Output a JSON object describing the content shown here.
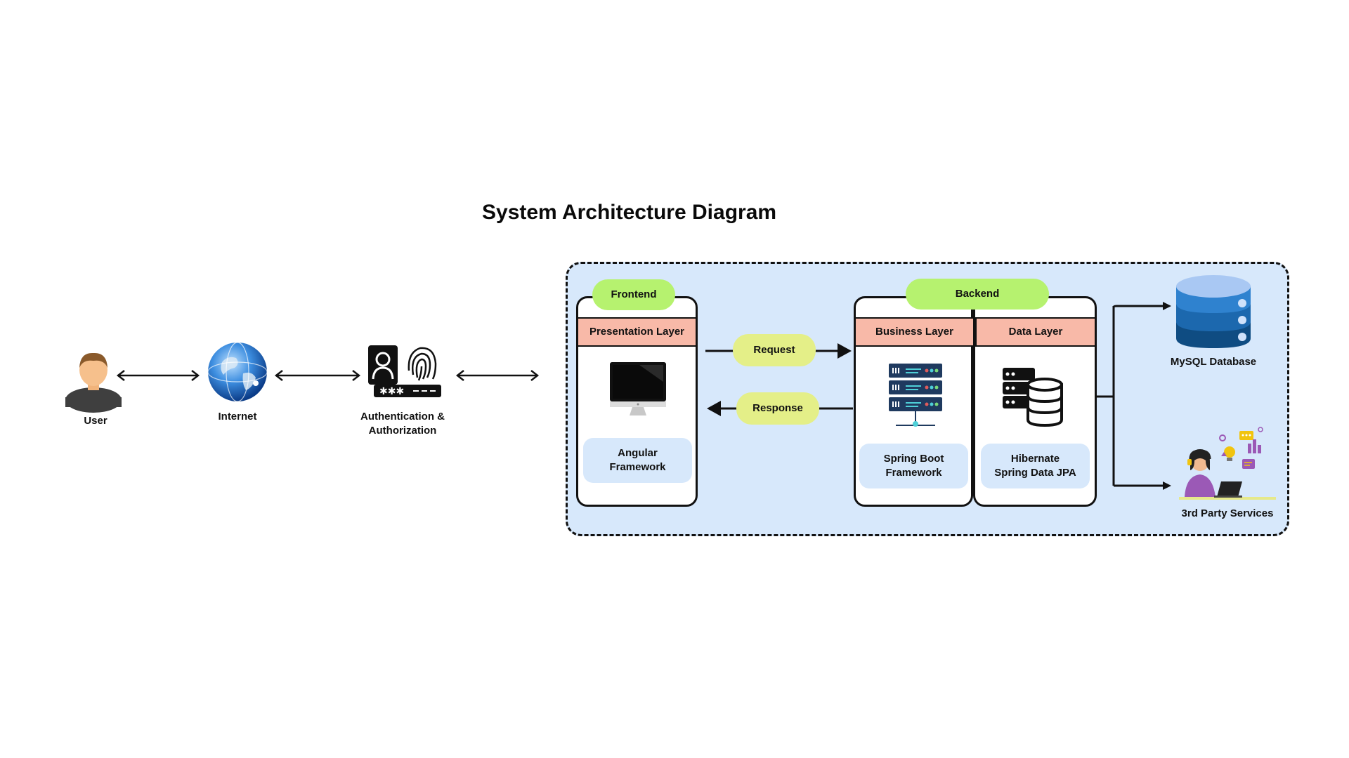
{
  "title": "System Architecture Diagram",
  "actors": {
    "user": "User",
    "internet": "Internet",
    "auth_line1": "Authentication &",
    "auth_line2": "Authorization"
  },
  "frontend": {
    "badge": "Frontend",
    "layer": "Presentation Layer",
    "tech_line1": "Angular",
    "tech_line2": "Framework"
  },
  "flows": {
    "request": "Request",
    "response": "Response"
  },
  "backend": {
    "badge": "Backend",
    "business_layer": "Business Layer",
    "data_layer": "Data Layer",
    "business_tech_line1": "Spring Boot",
    "business_tech_line2": "Framework",
    "data_tech_line1": "Hibernate",
    "data_tech_line2": "Spring Data JPA"
  },
  "externals": {
    "database": "MySQL Database",
    "third_party": "3rd Party Services"
  },
  "colors": {
    "container_bg": "#d7e8fb",
    "layer_header": "#f8b9a8",
    "badge_green": "#b6f26f",
    "flow_pill": "#e4ef88",
    "db_blue": "#2a6fb5"
  },
  "icons": [
    "user-icon",
    "globe-icon",
    "fingerprint-auth-icon",
    "monitor-icon",
    "server-rack-icon",
    "database-cylinder-icon",
    "mysql-database-icon",
    "third-party-services-icon"
  ]
}
